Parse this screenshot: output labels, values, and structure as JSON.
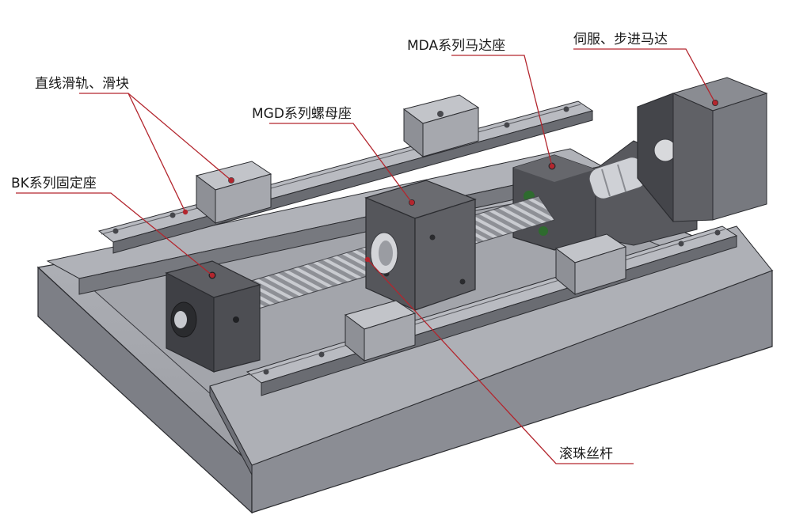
{
  "labels": {
    "rail": "直线滑轨、滑块",
    "bk": "BK系列固定座",
    "mgd": "MGD系列螺母座",
    "mda": "MDA系列马达座",
    "motor": "伺服、步进马达",
    "screw": "滚珠丝杆"
  },
  "colors": {
    "leader": "#b3262e",
    "metal_top": "#a9abb1",
    "metal_front": "#7a7c83",
    "metal_dark": "#4a4b50",
    "outline": "#2b2c30"
  }
}
